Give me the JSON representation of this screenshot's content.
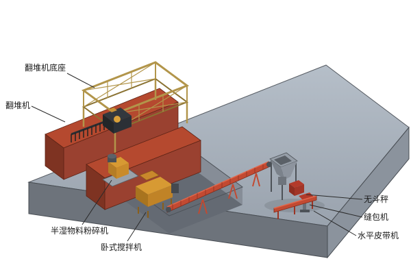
{
  "diagram": {
    "kind": "3d-equipment-layout",
    "description_labels": {
      "turner_base": "翻堆机底座",
      "turner": "翻堆机",
      "crusher": "半湿物料粉碎机",
      "mixer": "卧式搅拌机",
      "scale": "无斗秤",
      "sewing": "缝包机",
      "belt": "水平皮带机"
    },
    "palette": {
      "background": "#ffffff",
      "slab_top": "#a7b0bb",
      "slab_front": "#6d737b",
      "slab_side": "#8b939d",
      "pit_floor": "#646a73",
      "wall_red": "#9a4130",
      "wall_red_dark": "#7e3322",
      "wall_red_top": "#b5492f",
      "truss_yellow": "#b2954a",
      "machine_orange": "#d49a33",
      "conveyor_red": "#c24a32",
      "metal_dark": "#33383e",
      "label_color": "#1a1a1a"
    }
  }
}
